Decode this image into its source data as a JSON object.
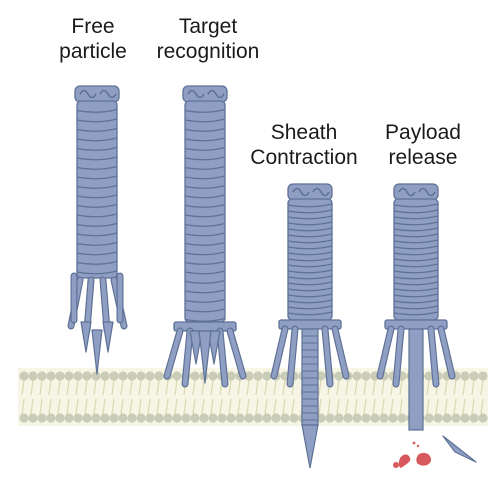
{
  "colors": {
    "body": "#8e9fc3",
    "body_dark": "#5f7196",
    "membrane_head": "#c9ccb7",
    "membrane_tail": "#d8d9b0",
    "payload": "#d8595d"
  },
  "stages": [
    {
      "line1": "Free",
      "line2": "particle"
    },
    {
      "line1": "Target",
      "line2": "recognition"
    },
    {
      "line1": "Sheath",
      "line2": "Contraction"
    },
    {
      "line1": "Payload",
      "line2": "release"
    }
  ]
}
